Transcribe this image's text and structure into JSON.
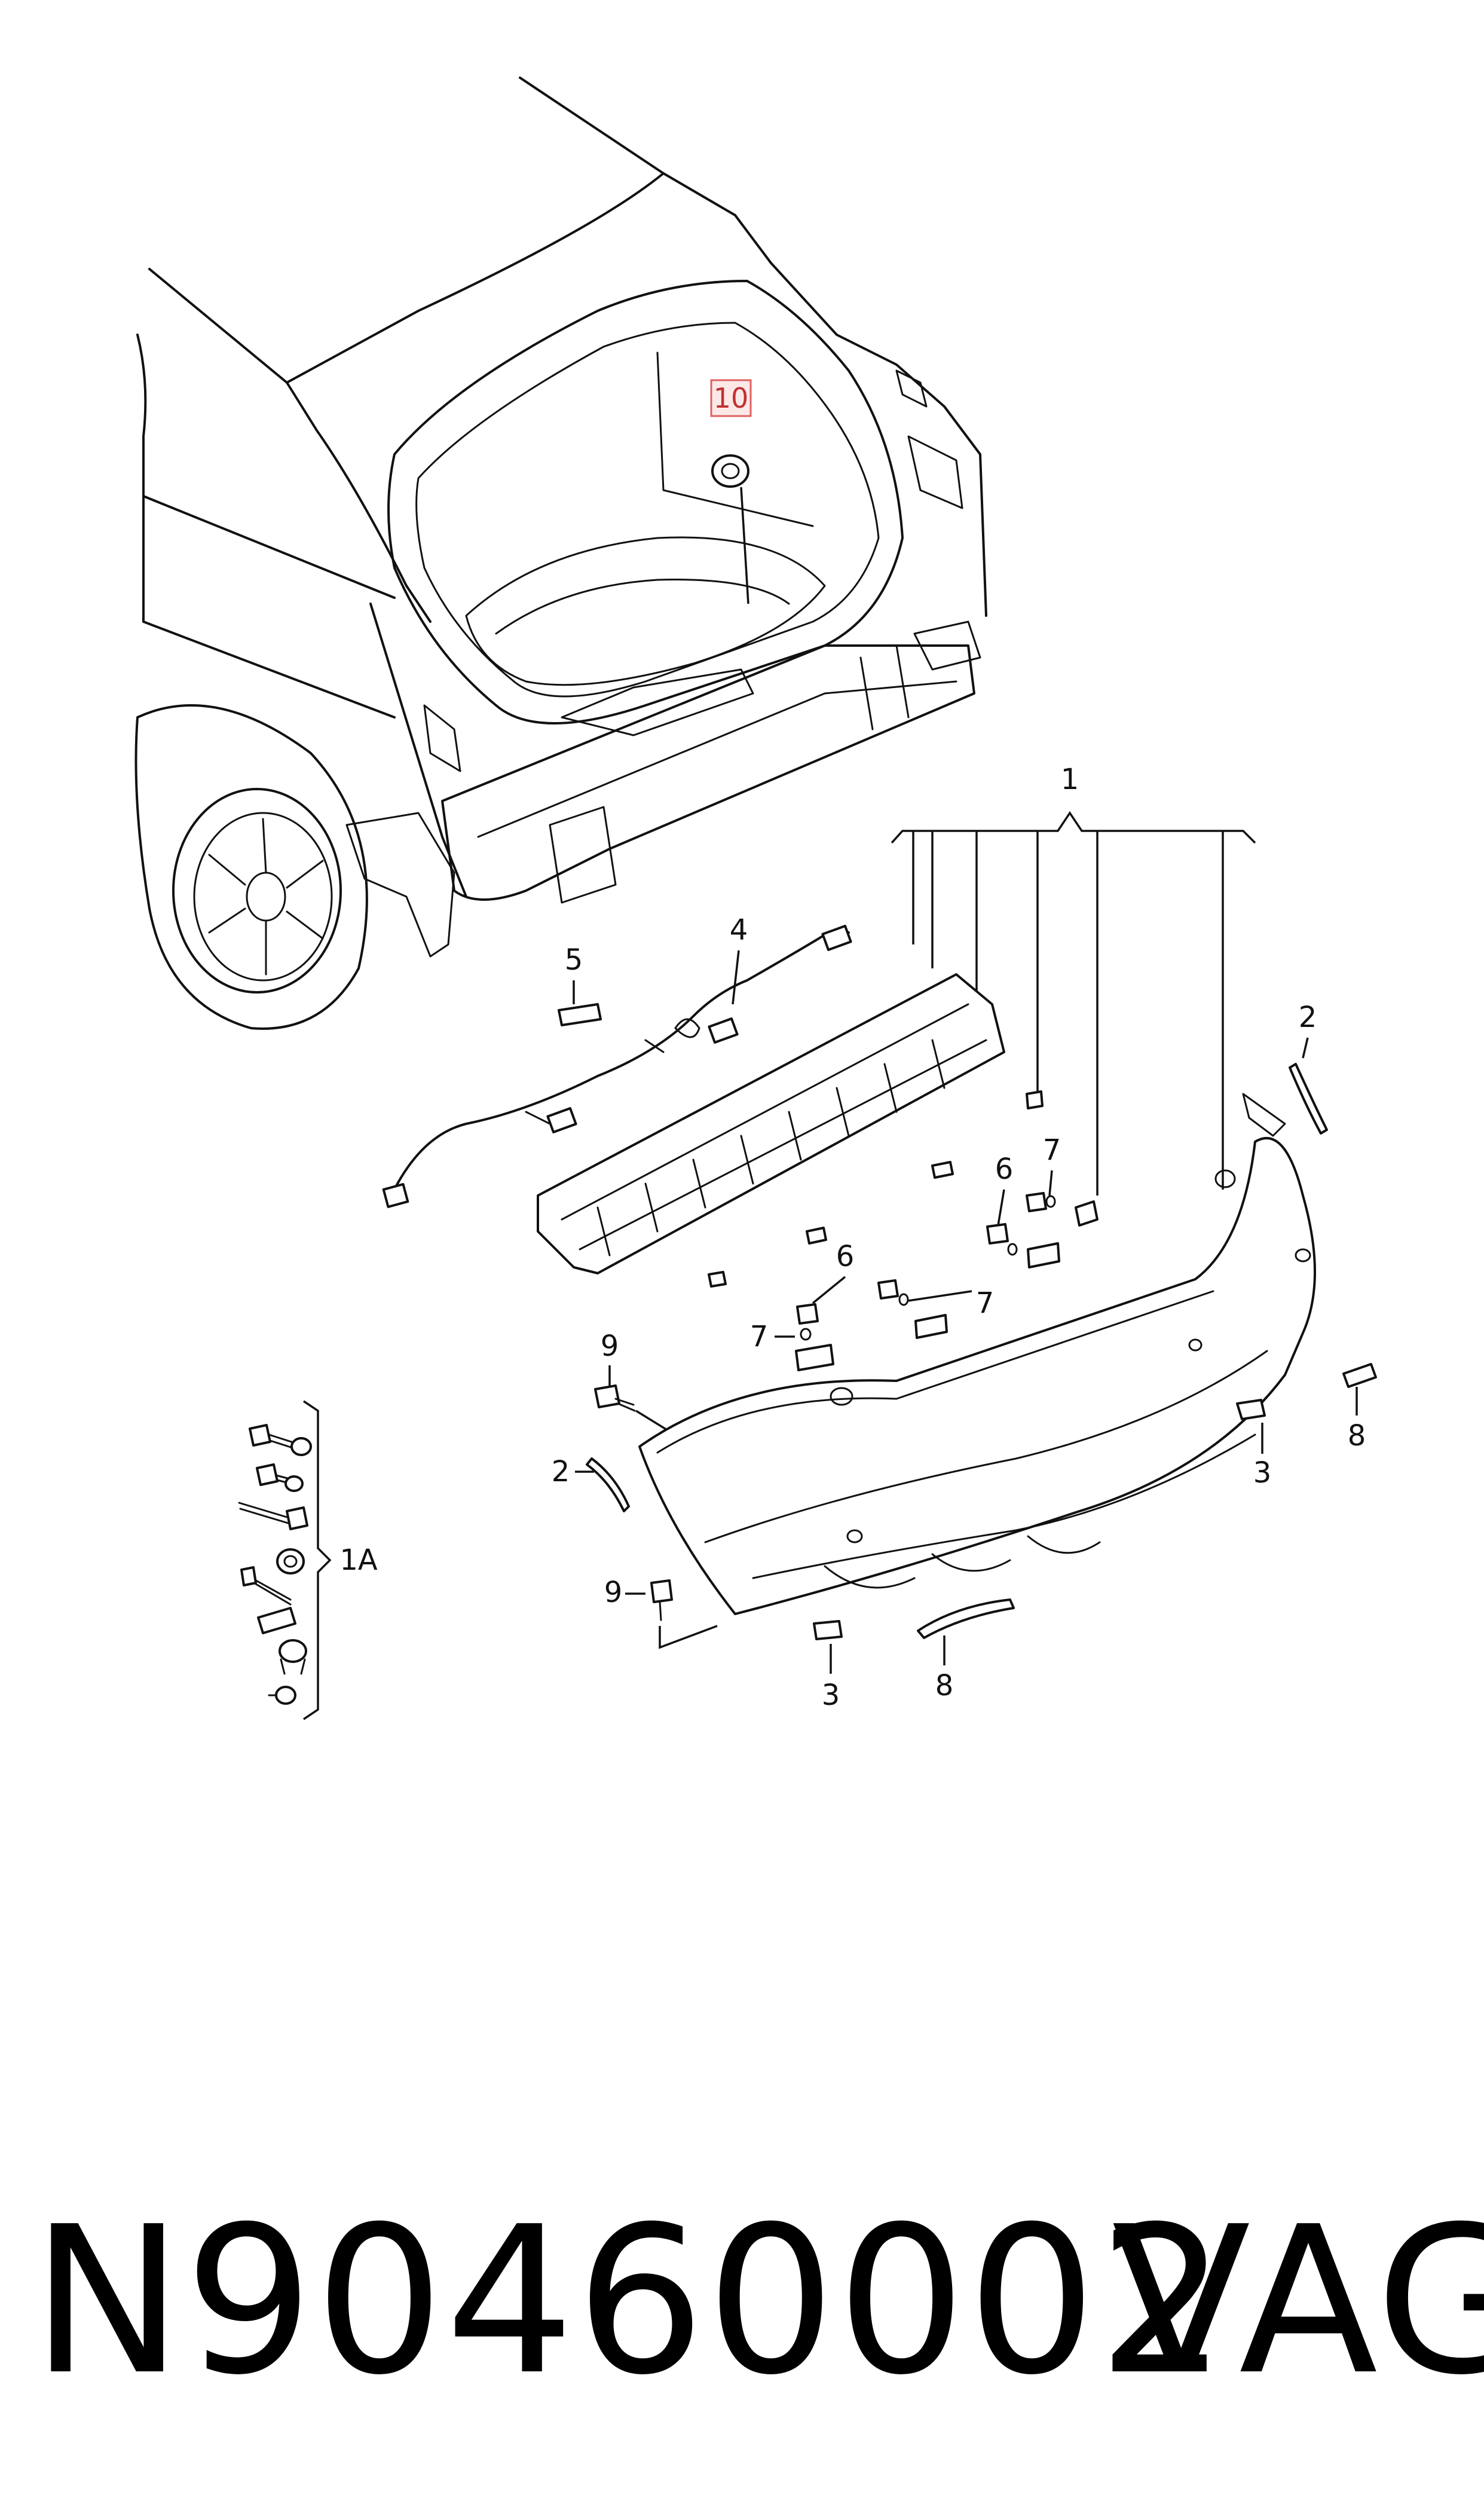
{
  "callouts": {
    "c1": "1",
    "c1a": "1A",
    "c2_right": "2",
    "c2_left": "2",
    "c3_right": "3",
    "c3_bottom": "3",
    "c4": "4",
    "c5": "5",
    "c6_upper": "6",
    "c6_lower": "6",
    "c7_upper": "7",
    "c7_mid": "7",
    "c7_lower": "7",
    "c8_right": "8",
    "c8_bottom": "8",
    "c9_upper": "9",
    "c9_lower": "9",
    "c10": "10"
  },
  "highlight": {
    "color": "#e06060",
    "fill": "#fde8e8",
    "callout": "10"
  },
  "footer": {
    "part_number": "N90460002",
    "brand": "VAG"
  }
}
